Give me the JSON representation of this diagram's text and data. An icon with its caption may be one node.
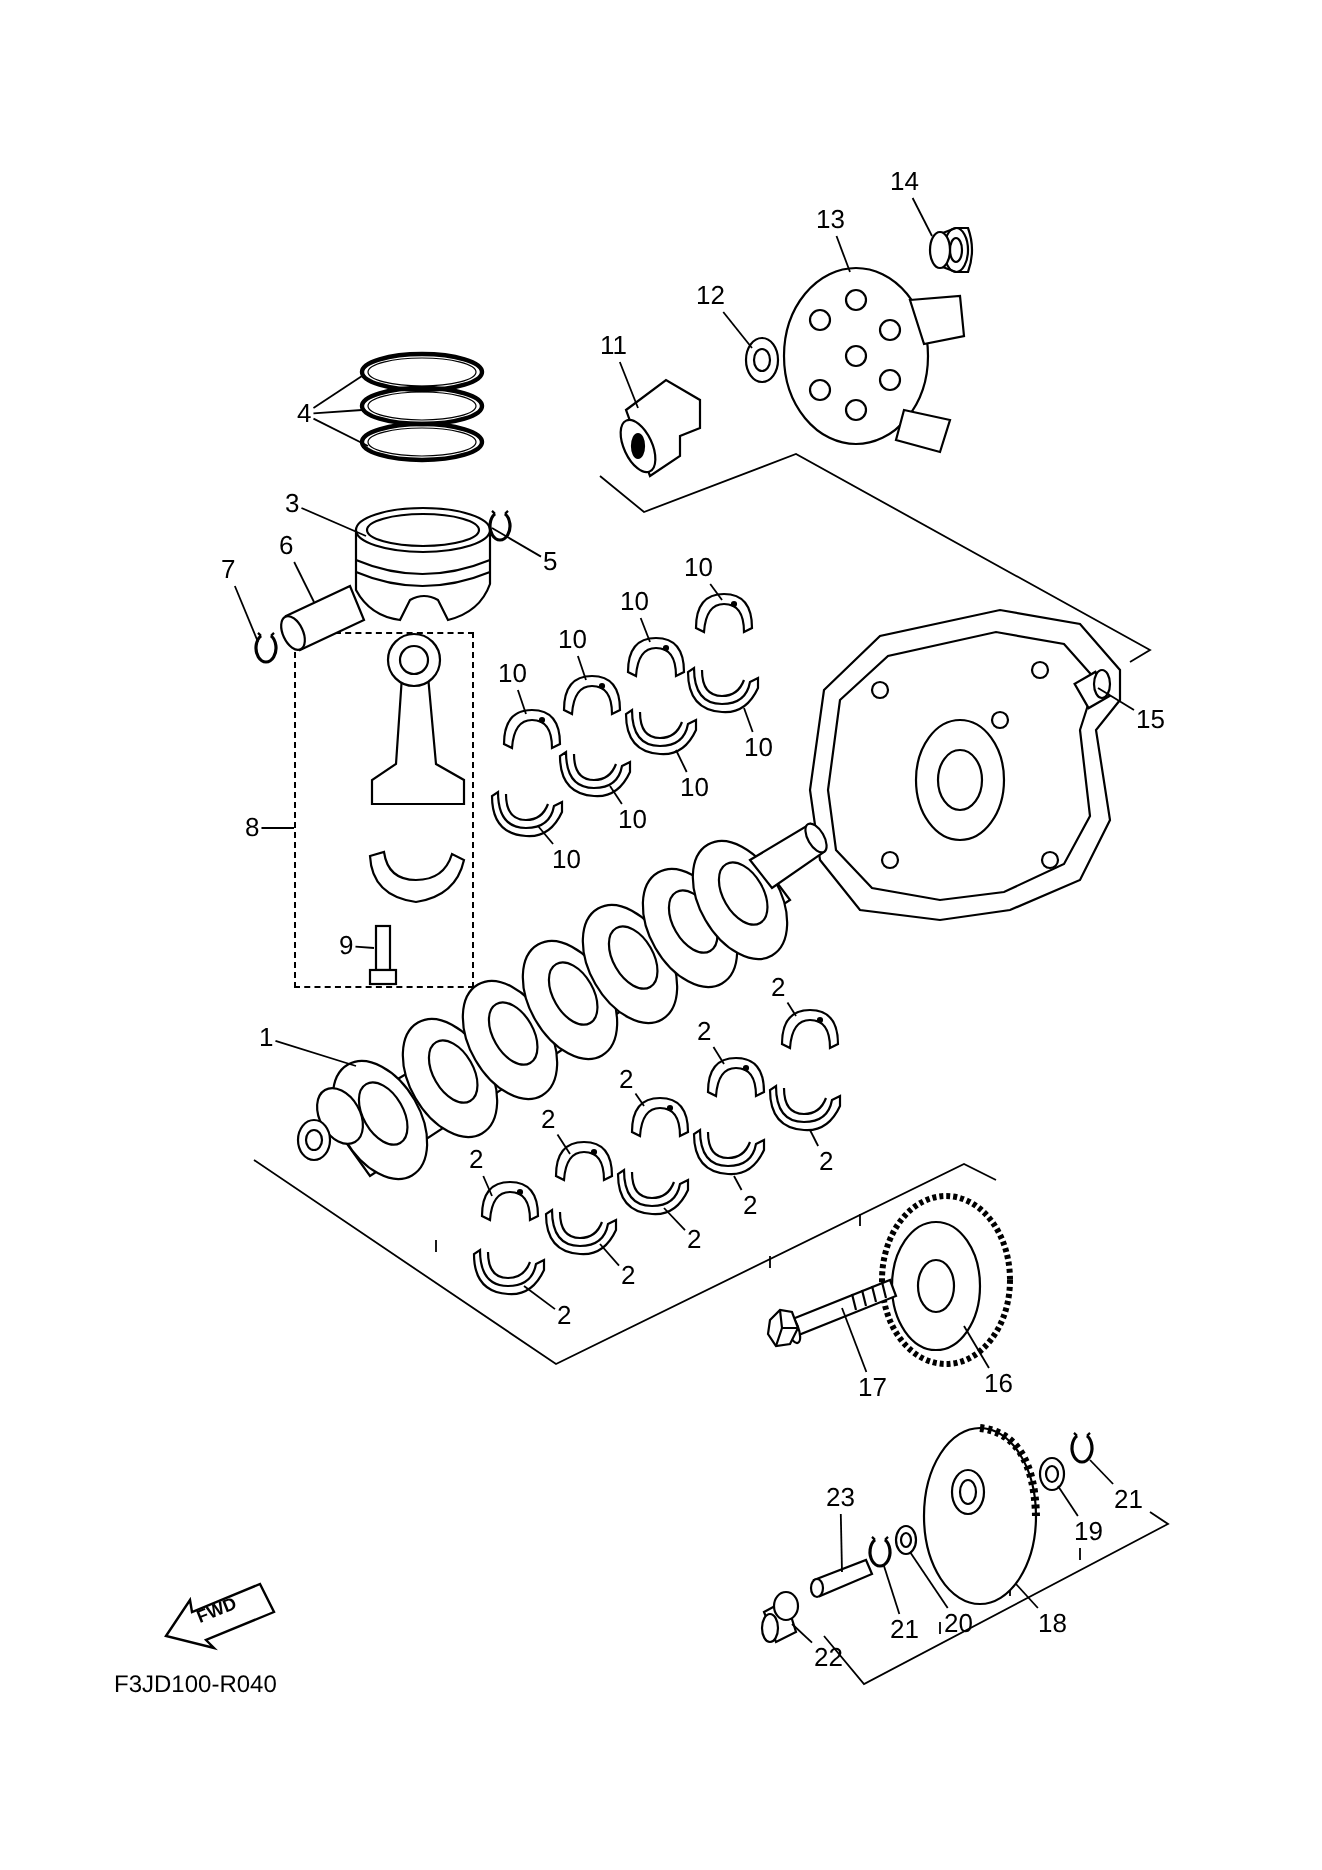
{
  "diagram": {
    "nodes": [
      {
        "text": [],
        "shape": "box"
      },
      {
        "text": [
          "1"
        ]
      },
      {
        "text": [
          "2"
        ]
      },
      {
        "text": [
          "2"
        ]
      },
      {
        "text": [
          "2"
        ]
      },
      {
        "text": [
          "2"
        ]
      },
      {
        "text": [
          "2"
        ]
      },
      {
        "text": [
          "2"
        ]
      },
      {
        "text": [
          "2"
        ]
      },
      {
        "text": [
          "2"
        ]
      },
      {
        "text": [
          "2"
        ]
      },
      {
        "text": [
          "2"
        ]
      },
      {
        "text": [
          "3"
        ]
      },
      {
        "text": [
          "4"
        ]
      },
      {
        "text": [
          "5"
        ]
      },
      {
        "text": [
          "6"
        ]
      },
      {
        "text": [
          "7"
        ]
      },
      {
        "text": [
          "8"
        ]
      },
      {
        "text": [
          "9"
        ],
        "in": 0
      },
      {
        "text": [
          "10"
        ]
      },
      {
        "text": [
          "10"
        ]
      },
      {
        "text": [
          "10"
        ]
      },
      {
        "text": [
          "10"
        ]
      },
      {
        "text": [
          "10"
        ]
      },
      {
        "text": [
          "10"
        ]
      },
      {
        "text": [
          "10"
        ]
      },
      {
        "text": [
          "10"
        ]
      },
      {
        "text": [
          "11"
        ]
      },
      {
        "text": [
          "12"
        ]
      },
      {
        "text": [
          "13"
        ]
      },
      {
        "text": [
          "14"
        ]
      },
      {
        "text": [
          "15"
        ]
      },
      {
        "text": [
          "16"
        ]
      },
      {
        "text": [
          "17"
        ]
      },
      {
        "text": [
          "18"
        ]
      },
      {
        "text": [
          "19"
        ]
      },
      {
        "text": [
          "20"
        ]
      },
      {
        "text": [
          "21"
        ]
      },
      {
        "text": [
          "21"
        ]
      },
      {
        "text": [
          "22"
        ]
      },
      {
        "text": [
          "23"
        ]
      },
      {
        "text": [],
        "shape": "picture"
      },
      {
        "text": [],
        "shape": "picture"
      },
      {
        "text": [],
        "shape": "picture"
      },
      {
        "text": [],
        "shape": "picture"
      },
      {
        "text": [],
        "shape": "picture"
      },
      {
        "text": [],
        "shape": "picture"
      },
      {
        "text": [],
        "shape": "picture"
      },
      {
        "text": [],
        "shape": "picture",
        "in": 0
      },
      {
        "text": [],
        "shape": "picture"
      },
      {
        "text": [],
        "shape": "picture"
      },
      {
        "text": [],
        "shape": "picture"
      },
      {
        "text": [],
        "shape": "picture"
      },
      {
        "text": [],
        "shape": "picture"
      },
      {
        "text": [],
        "shape": "picture"
      },
      {
        "text": [],
        "shape": "picture"
      },
      {
        "text": [],
        "shape": "picture"
      },
      {
        "text": [],
        "shape": "picture"
      },
      {
        "text": [],
        "shape": "picture"
      },
      {
        "text": [],
        "shape": "picture"
      },
      {
        "text": [],
        "shape": "picture"
      },
      {
        "text": [],
        "shape": "picture"
      },
      {
        "text": [],
        "shape": "picture"
      },
      {
        "text": [],
        "shape": "picture"
      },
      {
        "text": [],
        "shape": "picture"
      },
      {
        "text": [],
        "shape": "picture"
      },
      {
        "text": [],
        "shape": "picture"
      },
      {
        "text": [],
        "shape": "picture"
      },
      {
        "text": [],
        "shape": "picture"
      },
      {
        "text": [],
        "shape": "picture"
      },
      {
        "text": [],
        "shape": "picture"
      },
      {
        "text": [],
        "shape": "picture"
      },
      {
        "text": [],
        "shape": "picture"
      },
      {
        "text": [],
        "shape": "picture"
      },
      {
        "text": [],
        "shape": "picture"
      },
      {
        "text": [],
        "shape": "picture"
      },
      {
        "text": [],
        "shape": "picture"
      },
      {
        "text": [],
        "shape": "picture"
      },
      {
        "text": [],
        "shape": "picture"
      },
      {
        "text": [],
        "shape": "picture"
      },
      {
        "text": [],
        "shape": "picture"
      },
      {
        "text": [],
        "shape": "picture"
      }
    ],
    "edges": [
      {
        "from": 1,
        "to": 49,
        "arrow": "none"
      },
      {
        "from": 2,
        "to": 50,
        "arrow": "none"
      },
      {
        "from": 3,
        "to": 51,
        "arrow": "none"
      },
      {
        "from": 4,
        "to": 52,
        "arrow": "none"
      },
      {
        "from": 5,
        "to": 53,
        "arrow": "none"
      },
      {
        "from": 6,
        "to": 54,
        "arrow": "none"
      },
      {
        "from": 7,
        "to": 55,
        "arrow": "none"
      },
      {
        "from": 8,
        "to": 56,
        "arrow": "none"
      },
      {
        "from": 9,
        "to": 57,
        "arrow": "none"
      },
      {
        "from": 10,
        "to": 58,
        "arrow": "none"
      },
      {
        "from": 11,
        "to": 59,
        "arrow": "none"
      },
      {
        "from": 12,
        "to": 44,
        "arrow": "none"
      },
      {
        "from": 13,
        "to": 41,
        "arrow": "none"
      },
      {
        "from": 13,
        "to": 42,
        "arrow": "none"
      },
      {
        "from": 13,
        "to": 43,
        "arrow": "none"
      },
      {
        "from": 14,
        "to": 45,
        "arrow": "none"
      },
      {
        "from": 15,
        "to": 46,
        "arrow": "none"
      },
      {
        "from": 16,
        "to": 47,
        "arrow": "none"
      },
      {
        "from": 17,
        "to": 0,
        "arrow": "none"
      },
      {
        "from": 18,
        "to": 48,
        "arrow": "none"
      },
      {
        "from": 19,
        "to": 60,
        "arrow": "none"
      },
      {
        "from": 20,
        "to": 61,
        "arrow": "none"
      },
      {
        "from": 21,
        "to": 62,
        "arrow": "none"
      },
      {
        "from": 22,
        "to": 63,
        "arrow": "none"
      },
      {
        "from": 23,
        "to": 64,
        "arrow": "none"
      },
      {
        "from": 24,
        "to": 65,
        "arrow": "none"
      },
      {
        "from": 25,
        "to": 66,
        "arrow": "none"
      },
      {
        "from": 26,
        "to": 67,
        "arrow": "none"
      },
      {
        "from": 27,
        "to": 68,
        "arrow": "none"
      },
      {
        "from": 28,
        "to": 69,
        "arrow": "none"
      },
      {
        "from": 29,
        "to": 70,
        "arrow": "none"
      },
      {
        "from": 30,
        "to": 71,
        "arrow": "none"
      },
      {
        "from": 31,
        "to": 72,
        "arrow": "none"
      },
      {
        "from": 32,
        "to": 73,
        "arrow": "none"
      },
      {
        "from": 33,
        "to": 74,
        "arrow": "none"
      },
      {
        "from": 34,
        "to": 75,
        "arrow": "none"
      },
      {
        "from": 35,
        "to": 76,
        "arrow": "none"
      },
      {
        "from": 36,
        "to": 77,
        "arrow": "none"
      },
      {
        "from": 37,
        "to": 78,
        "arrow": "none"
      },
      {
        "from": 38,
        "to": 79,
        "arrow": "none"
      },
      {
        "from": 39,
        "to": 80,
        "arrow": "none"
      },
      {
        "from": 40,
        "to": 81,
        "arrow": "none"
      }
    ],
    "labels": [
      "FWD",
      "F3JD100-R040"
    ]
  }
}
